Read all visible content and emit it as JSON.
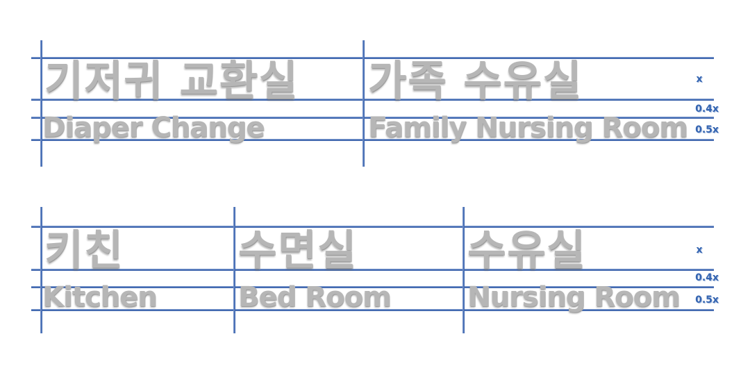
{
  "style": {
    "background_color": "#ffffff",
    "guide_line_color": "#4a72ba",
    "signage_text_color": "#b6b6b6",
    "annotation_color": "#3565b1"
  },
  "sections": [
    {
      "name": "top-row",
      "cells": [
        {
          "korean": "기저귀 교환실",
          "english": "Diaper Change"
        },
        {
          "korean": "가족 수유실",
          "english": "Family Nursing Room"
        }
      ],
      "annotations": {
        "korean_height": "x",
        "gap_height": "0.4x",
        "english_height": "0.5x"
      }
    },
    {
      "name": "bottom-row",
      "cells": [
        {
          "korean": "키친",
          "english": "Kitchen"
        },
        {
          "korean": "수면실",
          "english": "Bed Room"
        },
        {
          "korean": "수유실",
          "english": "Nursing Room"
        }
      ],
      "annotations": {
        "korean_height": "x",
        "gap_height": "0.4x",
        "english_height": "0.5x"
      }
    }
  ]
}
